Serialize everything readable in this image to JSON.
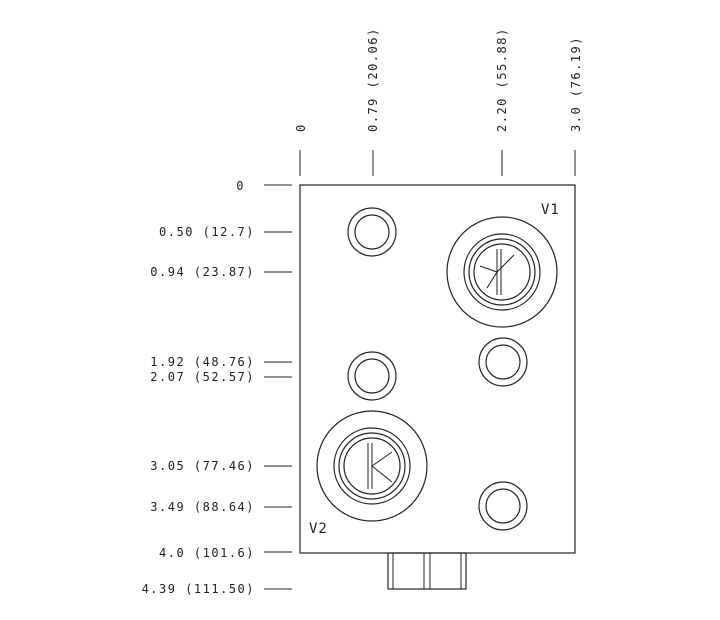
{
  "top_dimensions": [
    {
      "label": "0"
    },
    {
      "label": "0.79 (20.06)"
    },
    {
      "label": "2.20 (55.88)"
    },
    {
      "label": "3.0 (76.19)"
    }
  ],
  "left_dimensions": [
    {
      "label": "0"
    },
    {
      "label": "0.50 (12.7)"
    },
    {
      "label": "0.94 (23.87)"
    },
    {
      "label": "1.92 (48.76)"
    },
    {
      "label": "2.07 (52.57)"
    },
    {
      "label": "3.05 (77.46)"
    },
    {
      "label": "3.49 (88.64)"
    },
    {
      "label": "4.0 (101.6)"
    },
    {
      "label": "4.39 (111.50)"
    }
  ],
  "ports": {
    "v1_label": "V1",
    "v2_label": "V2"
  }
}
